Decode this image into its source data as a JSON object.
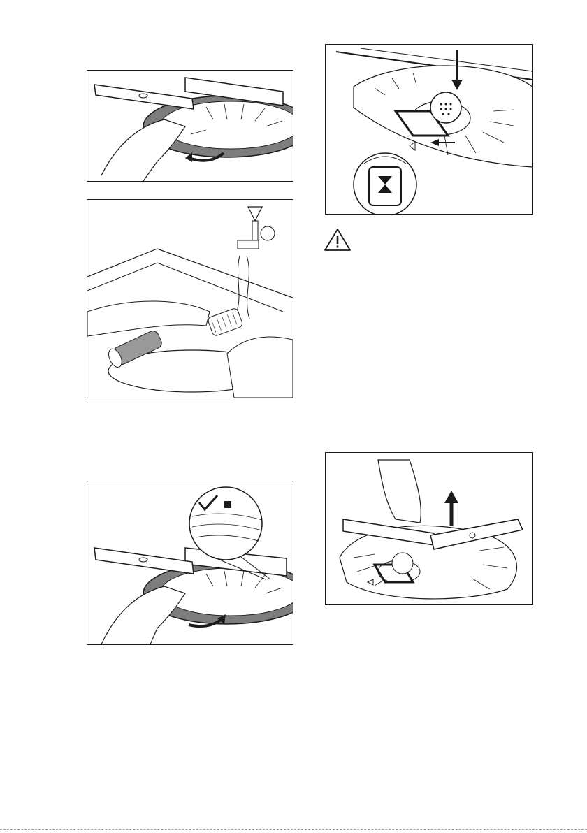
{
  "figures": [
    {
      "id": "fig1",
      "name": "remove-spray-arm-figure"
    },
    {
      "id": "fig2",
      "name": "rinse-filters-figure"
    },
    {
      "id": "fig3",
      "name": "reinstall-spray-arm-figure"
    },
    {
      "id": "fig4",
      "name": "lock-filter-figure"
    },
    {
      "id": "fig5",
      "name": "lift-spray-arm-figure"
    }
  ],
  "icons": {
    "warning": "warning-triangle-icon",
    "check": "checkmark-icon",
    "hourglass": "hourglass-icon"
  },
  "colors": {
    "line": "#1a1a1a",
    "gray": "#7d7d7d",
    "paper": "#ffffff"
  }
}
